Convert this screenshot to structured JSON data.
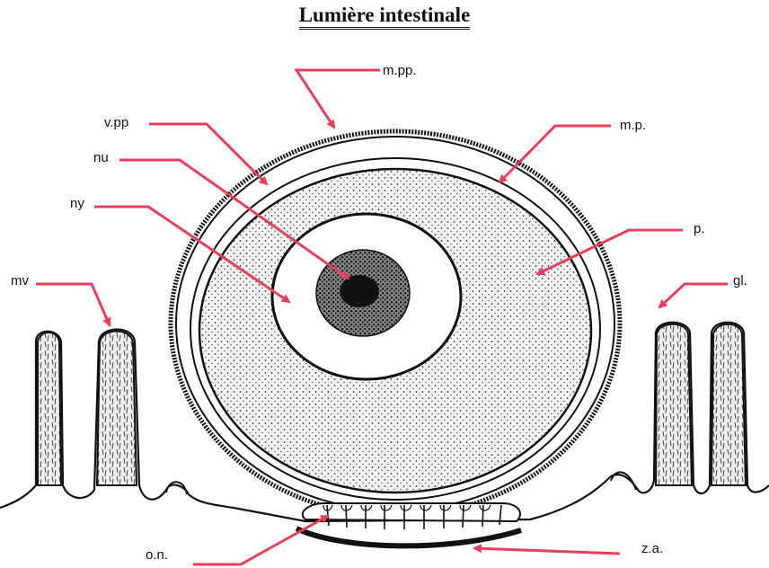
{
  "title": "Lumière intestinale",
  "labels": {
    "mpp": "m.pp.",
    "vpp": "v.pp",
    "nu": "nu",
    "ny": "ny",
    "mp": "m.p.",
    "p": "p.",
    "mv": "mv",
    "gl": "gl.",
    "on": "o.n.",
    "za": "z.a."
  },
  "colors": {
    "arrow": "#e8405a",
    "ink": "#111111"
  }
}
